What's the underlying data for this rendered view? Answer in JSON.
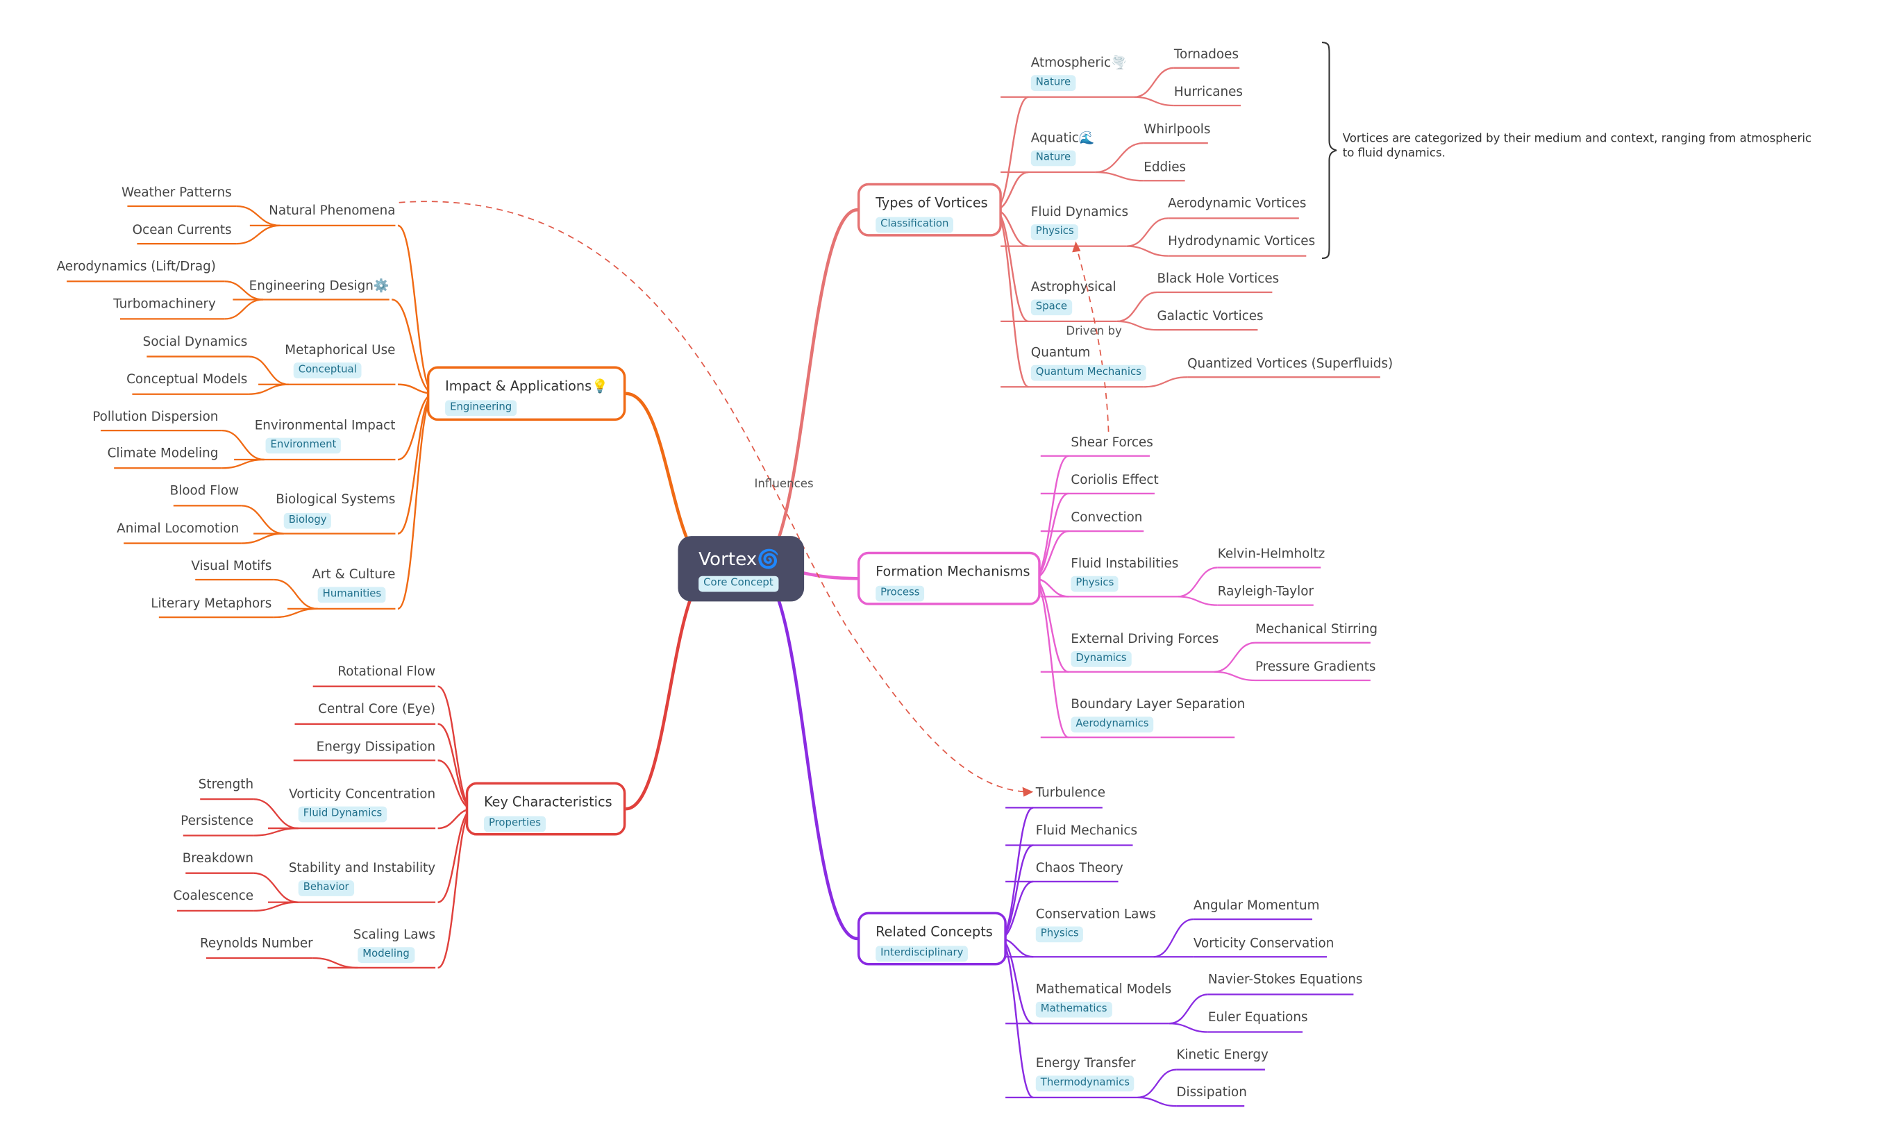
{
  "root": {
    "label": "Vortex",
    "emoji": "🌀",
    "tag": "Core Concept"
  },
  "branches": [
    {
      "id": "types",
      "label": "Types of Vortices",
      "tag": "Classification",
      "color": "#e57373",
      "children": [
        {
          "label": "Atmospheric",
          "emoji": "🌪️",
          "tag": "Nature",
          "children": [
            "Tornadoes",
            "Hurricanes"
          ]
        },
        {
          "label": "Aquatic",
          "emoji": "🌊",
          "tag": "Nature",
          "children": [
            "Whirlpools",
            "Eddies"
          ]
        },
        {
          "label": "Fluid Dynamics",
          "tag": "Physics",
          "children": [
            "Aerodynamic Vortices",
            "Hydrodynamic Vortices"
          ]
        },
        {
          "label": "Astrophysical",
          "tag": "Space",
          "children": [
            "Black Hole Vortices",
            "Galactic Vortices"
          ]
        },
        {
          "label": "Quantum",
          "tag": "Quantum Mechanics",
          "children": [
            "Quantized Vortices (Superfluids)"
          ]
        }
      ]
    },
    {
      "id": "formation",
      "label": "Formation Mechanisms",
      "tag": "Process",
      "color": "#e85fd0",
      "children": [
        {
          "label": "Shear Forces"
        },
        {
          "label": "Coriolis Effect"
        },
        {
          "label": "Convection"
        },
        {
          "label": "Fluid Instabilities",
          "tag": "Physics",
          "children": [
            "Kelvin-Helmholtz",
            "Rayleigh-Taylor"
          ]
        },
        {
          "label": "External Driving Forces",
          "tag": "Dynamics",
          "children": [
            "Mechanical Stirring",
            "Pressure Gradients"
          ]
        },
        {
          "label": "Boundary Layer Separation",
          "tag": "Aerodynamics"
        }
      ]
    },
    {
      "id": "related",
      "label": "Related Concepts",
      "tag": "Interdisciplinary",
      "color": "#8a2be2",
      "children": [
        {
          "label": "Turbulence"
        },
        {
          "label": "Fluid Mechanics"
        },
        {
          "label": "Chaos Theory"
        },
        {
          "label": "Conservation Laws",
          "tag": "Physics",
          "children": [
            "Angular Momentum",
            "Vorticity Conservation"
          ]
        },
        {
          "label": "Mathematical Models",
          "tag": "Mathematics",
          "children": [
            "Navier-Stokes Equations",
            "Euler Equations"
          ]
        },
        {
          "label": "Energy Transfer",
          "tag": "Thermodynamics",
          "children": [
            "Kinetic Energy",
            "Dissipation"
          ]
        }
      ]
    },
    {
      "id": "impact",
      "label": "Impact & Applications",
      "emoji": "💡",
      "tag": "Engineering",
      "color": "#f06a14",
      "children": [
        {
          "label": "Natural Phenomena",
          "children": [
            "Weather Patterns",
            "Ocean Currents"
          ]
        },
        {
          "label": "Engineering Design",
          "emoji": "⚙️",
          "children": [
            "Aerodynamics (Lift/Drag)",
            "Turbomachinery"
          ]
        },
        {
          "label": "Metaphorical Use",
          "tag": "Conceptual",
          "children": [
            "Social Dynamics",
            "Conceptual Models"
          ]
        },
        {
          "label": "Environmental Impact",
          "tag": "Environment",
          "children": [
            "Pollution Dispersion",
            "Climate Modeling"
          ]
        },
        {
          "label": "Biological Systems",
          "tag": "Biology",
          "children": [
            "Blood Flow",
            "Animal Locomotion"
          ]
        },
        {
          "label": "Art & Culture",
          "tag": "Humanities",
          "children": [
            "Visual Motifs",
            "Literary Metaphors"
          ]
        }
      ]
    },
    {
      "id": "key",
      "label": "Key Characteristics",
      "tag": "Properties",
      "color": "#e0403c",
      "children": [
        {
          "label": "Rotational Flow"
        },
        {
          "label": "Central Core (Eye)"
        },
        {
          "label": "Energy Dissipation"
        },
        {
          "label": "Vorticity Concentration",
          "tag": "Fluid Dynamics",
          "children": [
            "Strength",
            "Persistence"
          ]
        },
        {
          "label": "Stability and Instability",
          "tag": "Behavior",
          "children": [
            "Breakdown",
            "Coalescence"
          ]
        },
        {
          "label": "Scaling Laws",
          "tag": "Modeling",
          "children": [
            "Reynolds Number"
          ]
        }
      ]
    }
  ],
  "relations": [
    {
      "from": "Natural Phenomena",
      "to": "Turbulence",
      "label": "Influences"
    },
    {
      "from": "Shear Forces",
      "to": "Fluid Dynamics",
      "label": "Driven by"
    }
  ],
  "summary": {
    "text": "Vortices are categorized by their medium and context, ranging from atmospheric to fluid dynamics."
  },
  "colors": {
    "relation": "#e05a4a",
    "root": "#4a4c66",
    "tag_bg": "#d6f0f8",
    "tag_text": "#1f6f8b"
  }
}
